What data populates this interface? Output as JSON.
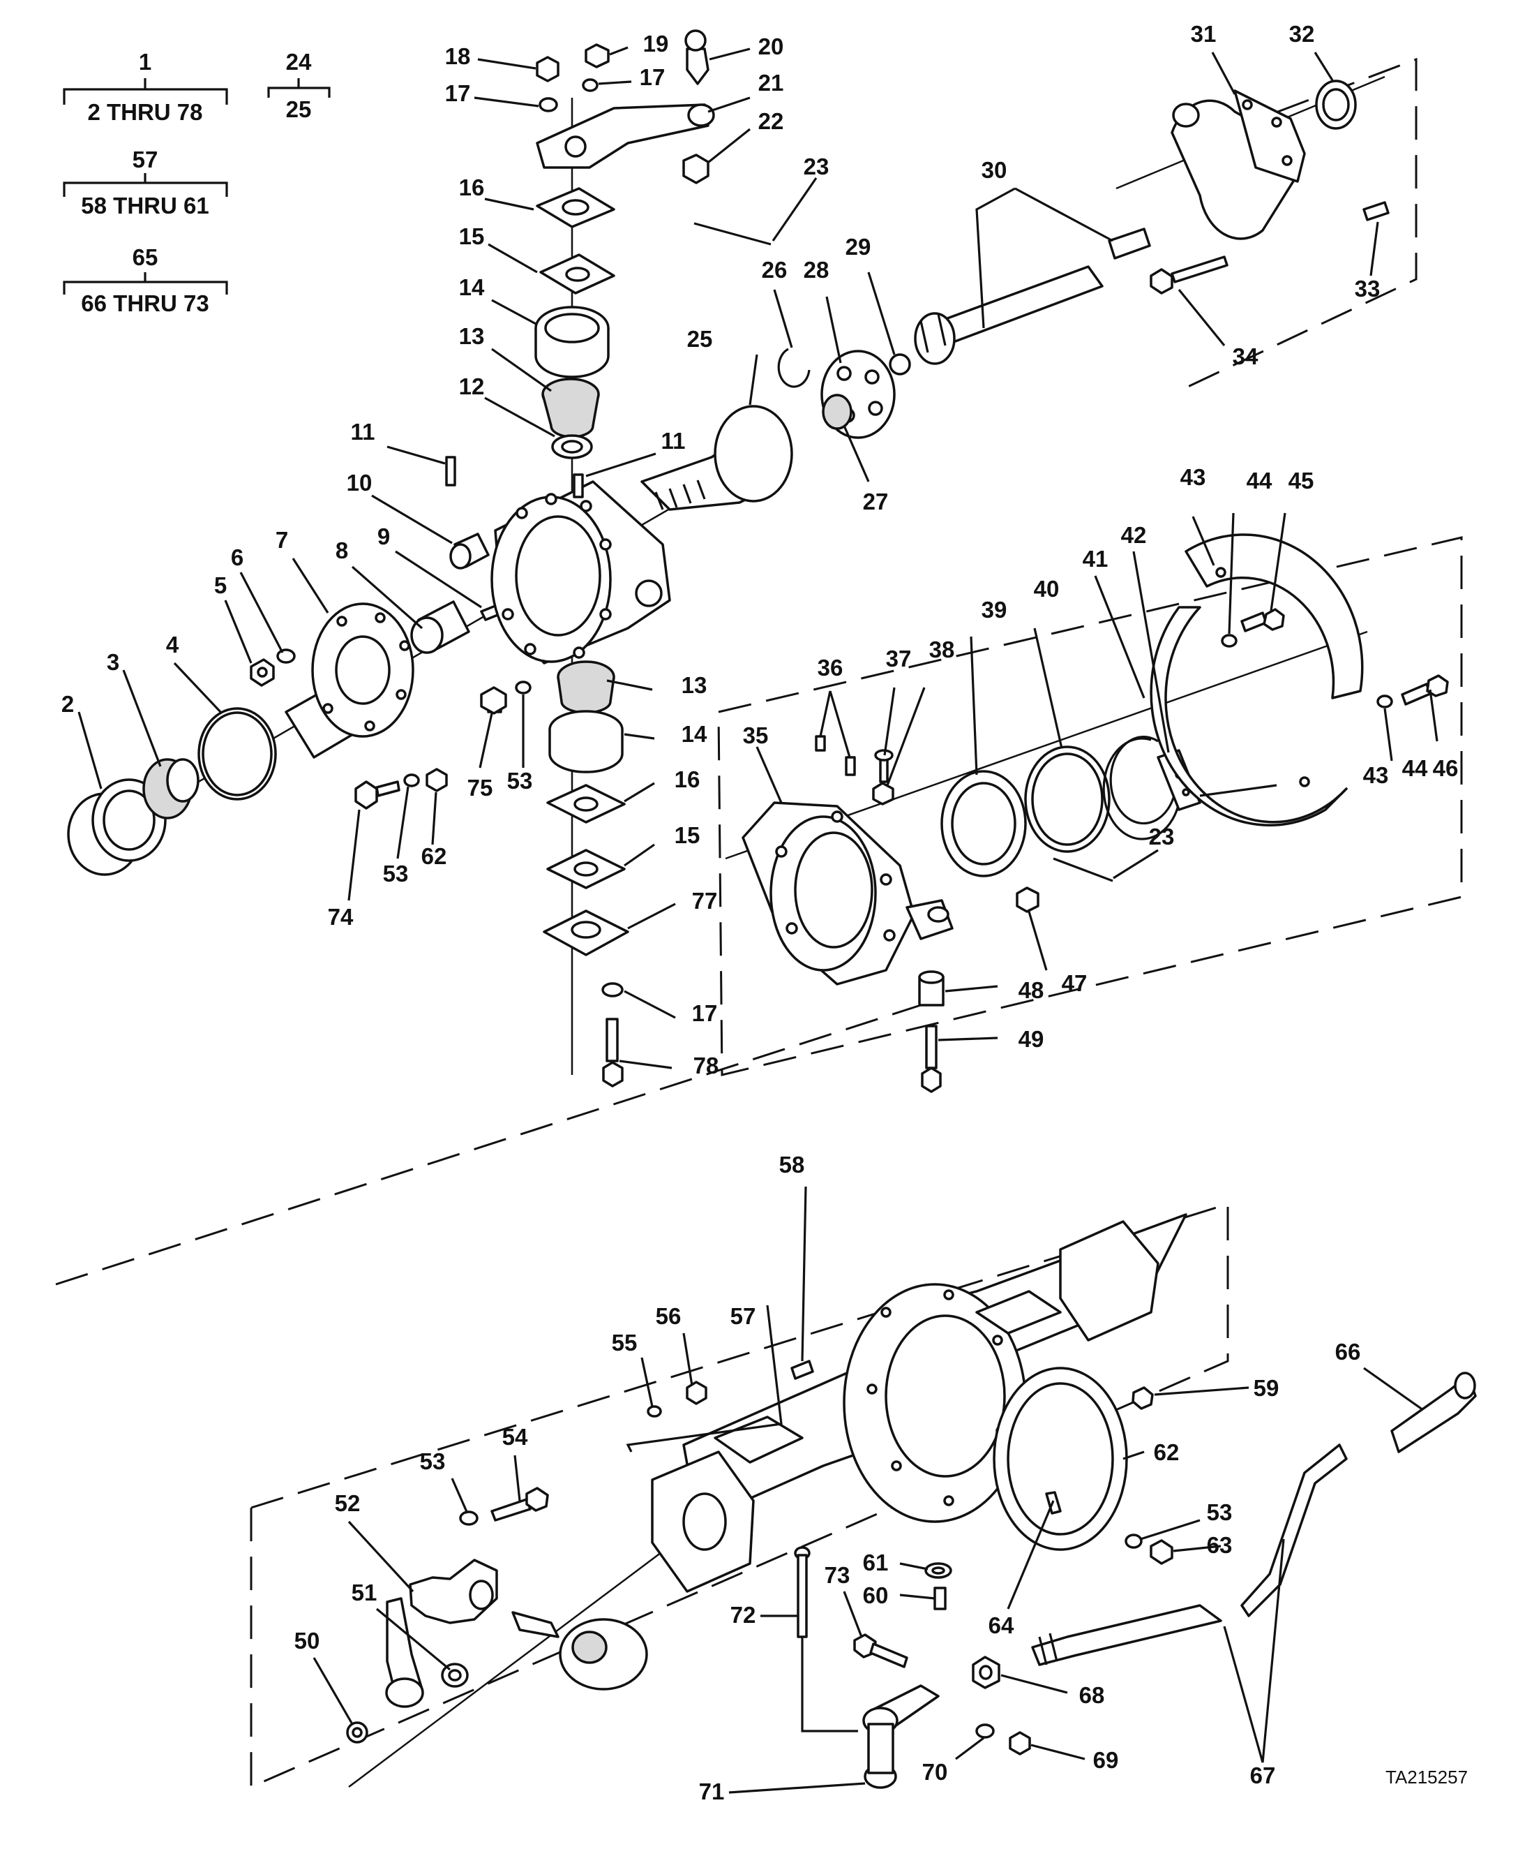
{
  "drawing_id": "TA215257",
  "group_brackets": [
    {
      "top": "1",
      "bottom": "2 THRU 78"
    },
    {
      "top": "24",
      "bottom": "25"
    },
    {
      "top": "57",
      "bottom": "58 THRU 61"
    },
    {
      "top": "65",
      "bottom": "66 THRU 73"
    }
  ],
  "callouts": [
    "1",
    "2",
    "3",
    "4",
    "5",
    "6",
    "7",
    "8",
    "9",
    "10",
    "11",
    "12",
    "13",
    "14",
    "15",
    "16",
    "17",
    "18",
    "19",
    "20",
    "21",
    "22",
    "23",
    "25",
    "26",
    "27",
    "28",
    "29",
    "30",
    "31",
    "32",
    "33",
    "34",
    "35",
    "36",
    "37",
    "38",
    "39",
    "40",
    "41",
    "42",
    "43",
    "44",
    "45",
    "46",
    "47",
    "48",
    "49",
    "50",
    "51",
    "52",
    "53",
    "54",
    "55",
    "56",
    "57",
    "58",
    "59",
    "60",
    "61",
    "62",
    "63",
    "64",
    "66",
    "67",
    "68",
    "69",
    "70",
    "71",
    "72",
    "73",
    "74",
    "75",
    "77",
    "78"
  ],
  "colors": {
    "ink": "#111111",
    "paper": "#ffffff"
  }
}
